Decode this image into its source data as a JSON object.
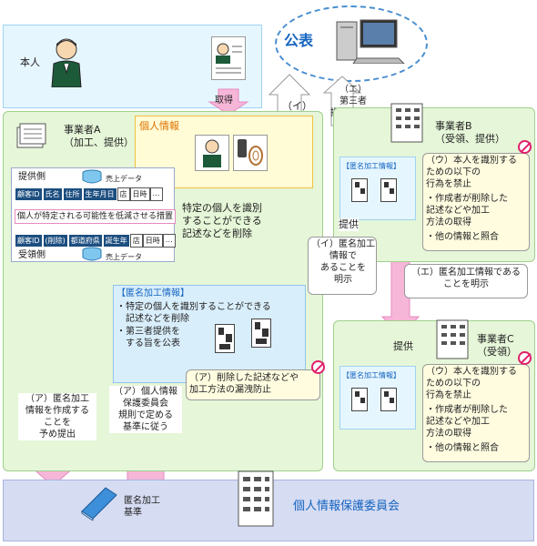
{
  "top": {
    "person_label": "本人",
    "publish_label": "公表",
    "acquire_label": "取得"
  },
  "business_a": {
    "title": "事業者A\n（加工、提供）",
    "personal_info_label": "個人情報",
    "provider_side": "提供側",
    "receiver_side": "受領側",
    "sales_data": "売上データ",
    "sales_data_2": "売上データ",
    "row1": [
      "顧客ID",
      "氏名",
      "住所",
      "生年月日",
      "店",
      "日時",
      "…"
    ],
    "row2": [
      "顧客ID",
      "(削除)",
      "都道府県",
      "誕生年",
      "店",
      "日時",
      "…"
    ],
    "measure": "個人が特定される可能性を低減させる措置",
    "delete_note": "特定の個人を識別\nすることができる\n記述などを削除"
  },
  "anon_box_a": {
    "title": "【匿名加工情報】",
    "line1": "・特定の個人を識別することができる\n　記述などを削除",
    "line2": "・第三者提供を\n　する旨を公表",
    "leak_note": "（ア）削除した記述などや\n加工方法の漏洩防止"
  },
  "arrow_i_text": "（イ）第三者提供をする旨を公表",
  "arrow_e_text": "（エ）\n第三者\n提供をする\n旨を公表",
  "business_b": {
    "title": "事業者B\n（受領、提供）",
    "anon_label": "【匿名加工情報】",
    "prohibit": "（ウ）本人を識別する\nための以下の\n行為を禁止",
    "bullet1": "・作成者が削除した\n記述などや加工\n方法の取得",
    "bullet2": "・他の情報と照合"
  },
  "provide_label_1": "提供",
  "provide_label_2": "提供",
  "i_note": "（イ）匿名加工\n情報で\nあることを\n明示",
  "e_note": "（エ）匿名加工情報である\nことを明示",
  "business_c": {
    "title": "事業者C\n（受領）",
    "anon_label": "【匿名加工情報】",
    "prohibit": "（ウ）本人を識別する\nための以下の\n行為を禁止",
    "bullet1": "・作成者が削除した\n記述などや加工\n方法の取得",
    "bullet2": "・他の情報と照合"
  },
  "left_arrow_text": "（ア）匿名加工\n情報を作成する\nことを\n予め提出",
  "mid_arrow_text": "（ア）個人情報\n保護委員会\n規則で定める\n基準に従う",
  "bottom": {
    "standard_label": "匿名加工\n基準",
    "commission": "個人情報保護委員会"
  },
  "colors": {
    "arrow_pink": "#f6b6d8",
    "blue": "#1565c0",
    "green_bg": "#e6f6d8",
    "blue_bg": "#e6f6ff",
    "note_bg": "#fffce0"
  }
}
